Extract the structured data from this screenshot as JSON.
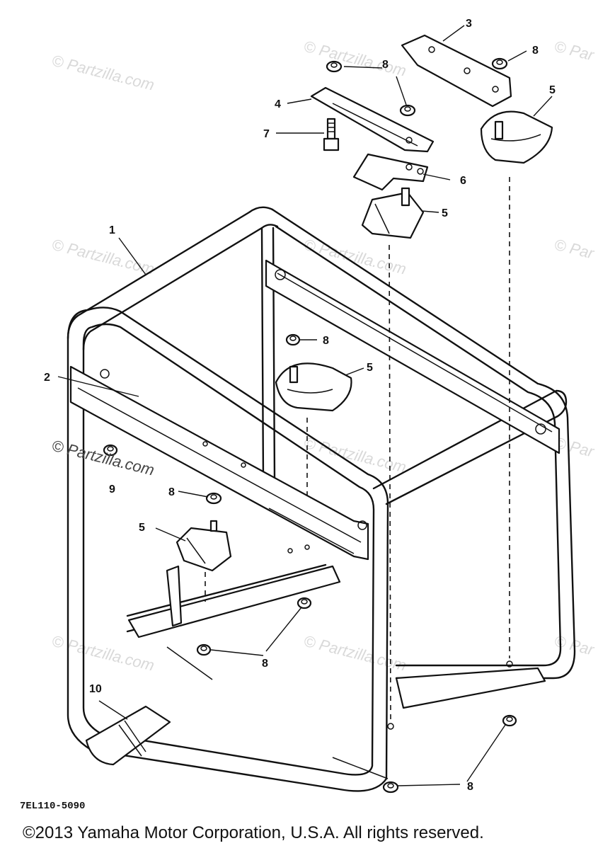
{
  "watermark": "© Partzilla.com",
  "watermark_short": "© Par",
  "diagram_code": "7EL110-5090",
  "copyright": "©2013 Yamaha Motor Corporation, U.S.A. All rights reserved.",
  "callouts": {
    "c1": "1",
    "c2": "2",
    "c3": "3",
    "c4": "4",
    "c5a": "5",
    "c5b": "5",
    "c5c": "5",
    "c5d": "5",
    "c6": "6",
    "c7": "7",
    "c8a": "8",
    "c8b": "8",
    "c8c": "8",
    "c8d": "8",
    "c8e": "8",
    "c8f": "8",
    "c9": "9",
    "c10": "10"
  }
}
